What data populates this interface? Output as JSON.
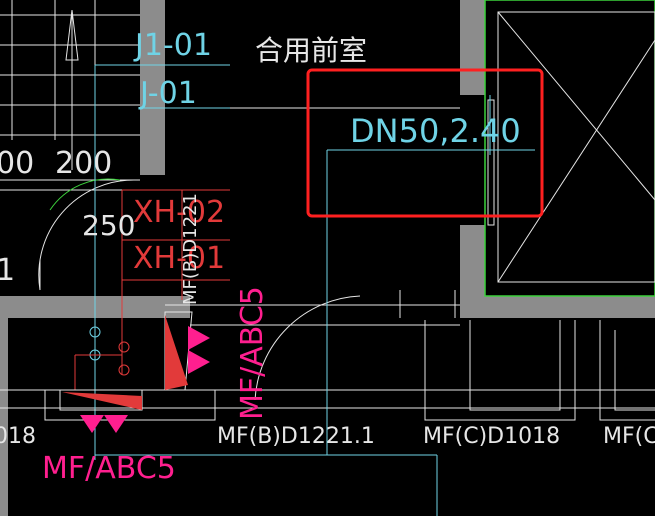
{
  "colors": {
    "background": "#000000",
    "wall": "#8c8c8c",
    "cyan": "#6fd3e6",
    "white": "#e6e6e6",
    "red": "#e23a3a",
    "magenta": "#ff1f8f",
    "green": "#3cd23c",
    "selection": "#ff2020"
  },
  "labels": {
    "pipe_j1": "J1-01",
    "pipe_j": "J-01",
    "room_name": "合用前室",
    "pipe_spec": "DN50,2.40",
    "dim_left": "00",
    "dim_200": "200",
    "dim_250": "250",
    "dim_one": "1",
    "hydrant_xh02": "XH-02",
    "hydrant_xh01": "XH-01",
    "vertical_code": "MF(B)D1221",
    "extinguisher_vertical": "MF/ABC5",
    "extinguisher_bottom": "MF/ABC5",
    "code_bottom_left": "018",
    "code_bottom_mid": "MF(B)D1221.1",
    "code_bottom_right": "MF(C)D1018",
    "code_bottom_edge": "MF(C"
  }
}
